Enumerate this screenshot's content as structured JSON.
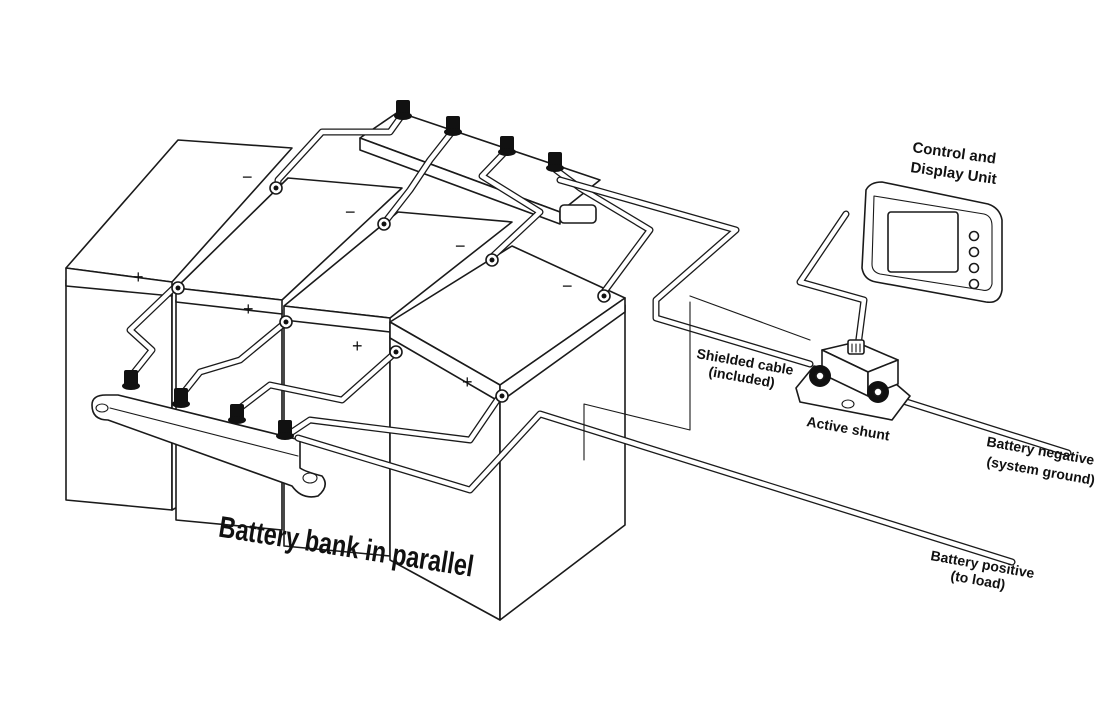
{
  "diagram": {
    "labels": {
      "battery_bank": "Battery bank in parallel",
      "control_display_line1": "Control and",
      "control_display_line2": "Display Unit",
      "shielded_cable_line1": "Shielded cable",
      "shielded_cable_line2": "(included)",
      "active_shunt": "Active shunt",
      "battery_negative_line1": "Battery negative",
      "battery_negative_line2": "(system ground)",
      "battery_positive_line1": "Battery positive",
      "battery_positive_line2": "(to load)"
    },
    "terminal_symbols": {
      "positive": "+",
      "negative": "−"
    },
    "battery_count": 4
  }
}
